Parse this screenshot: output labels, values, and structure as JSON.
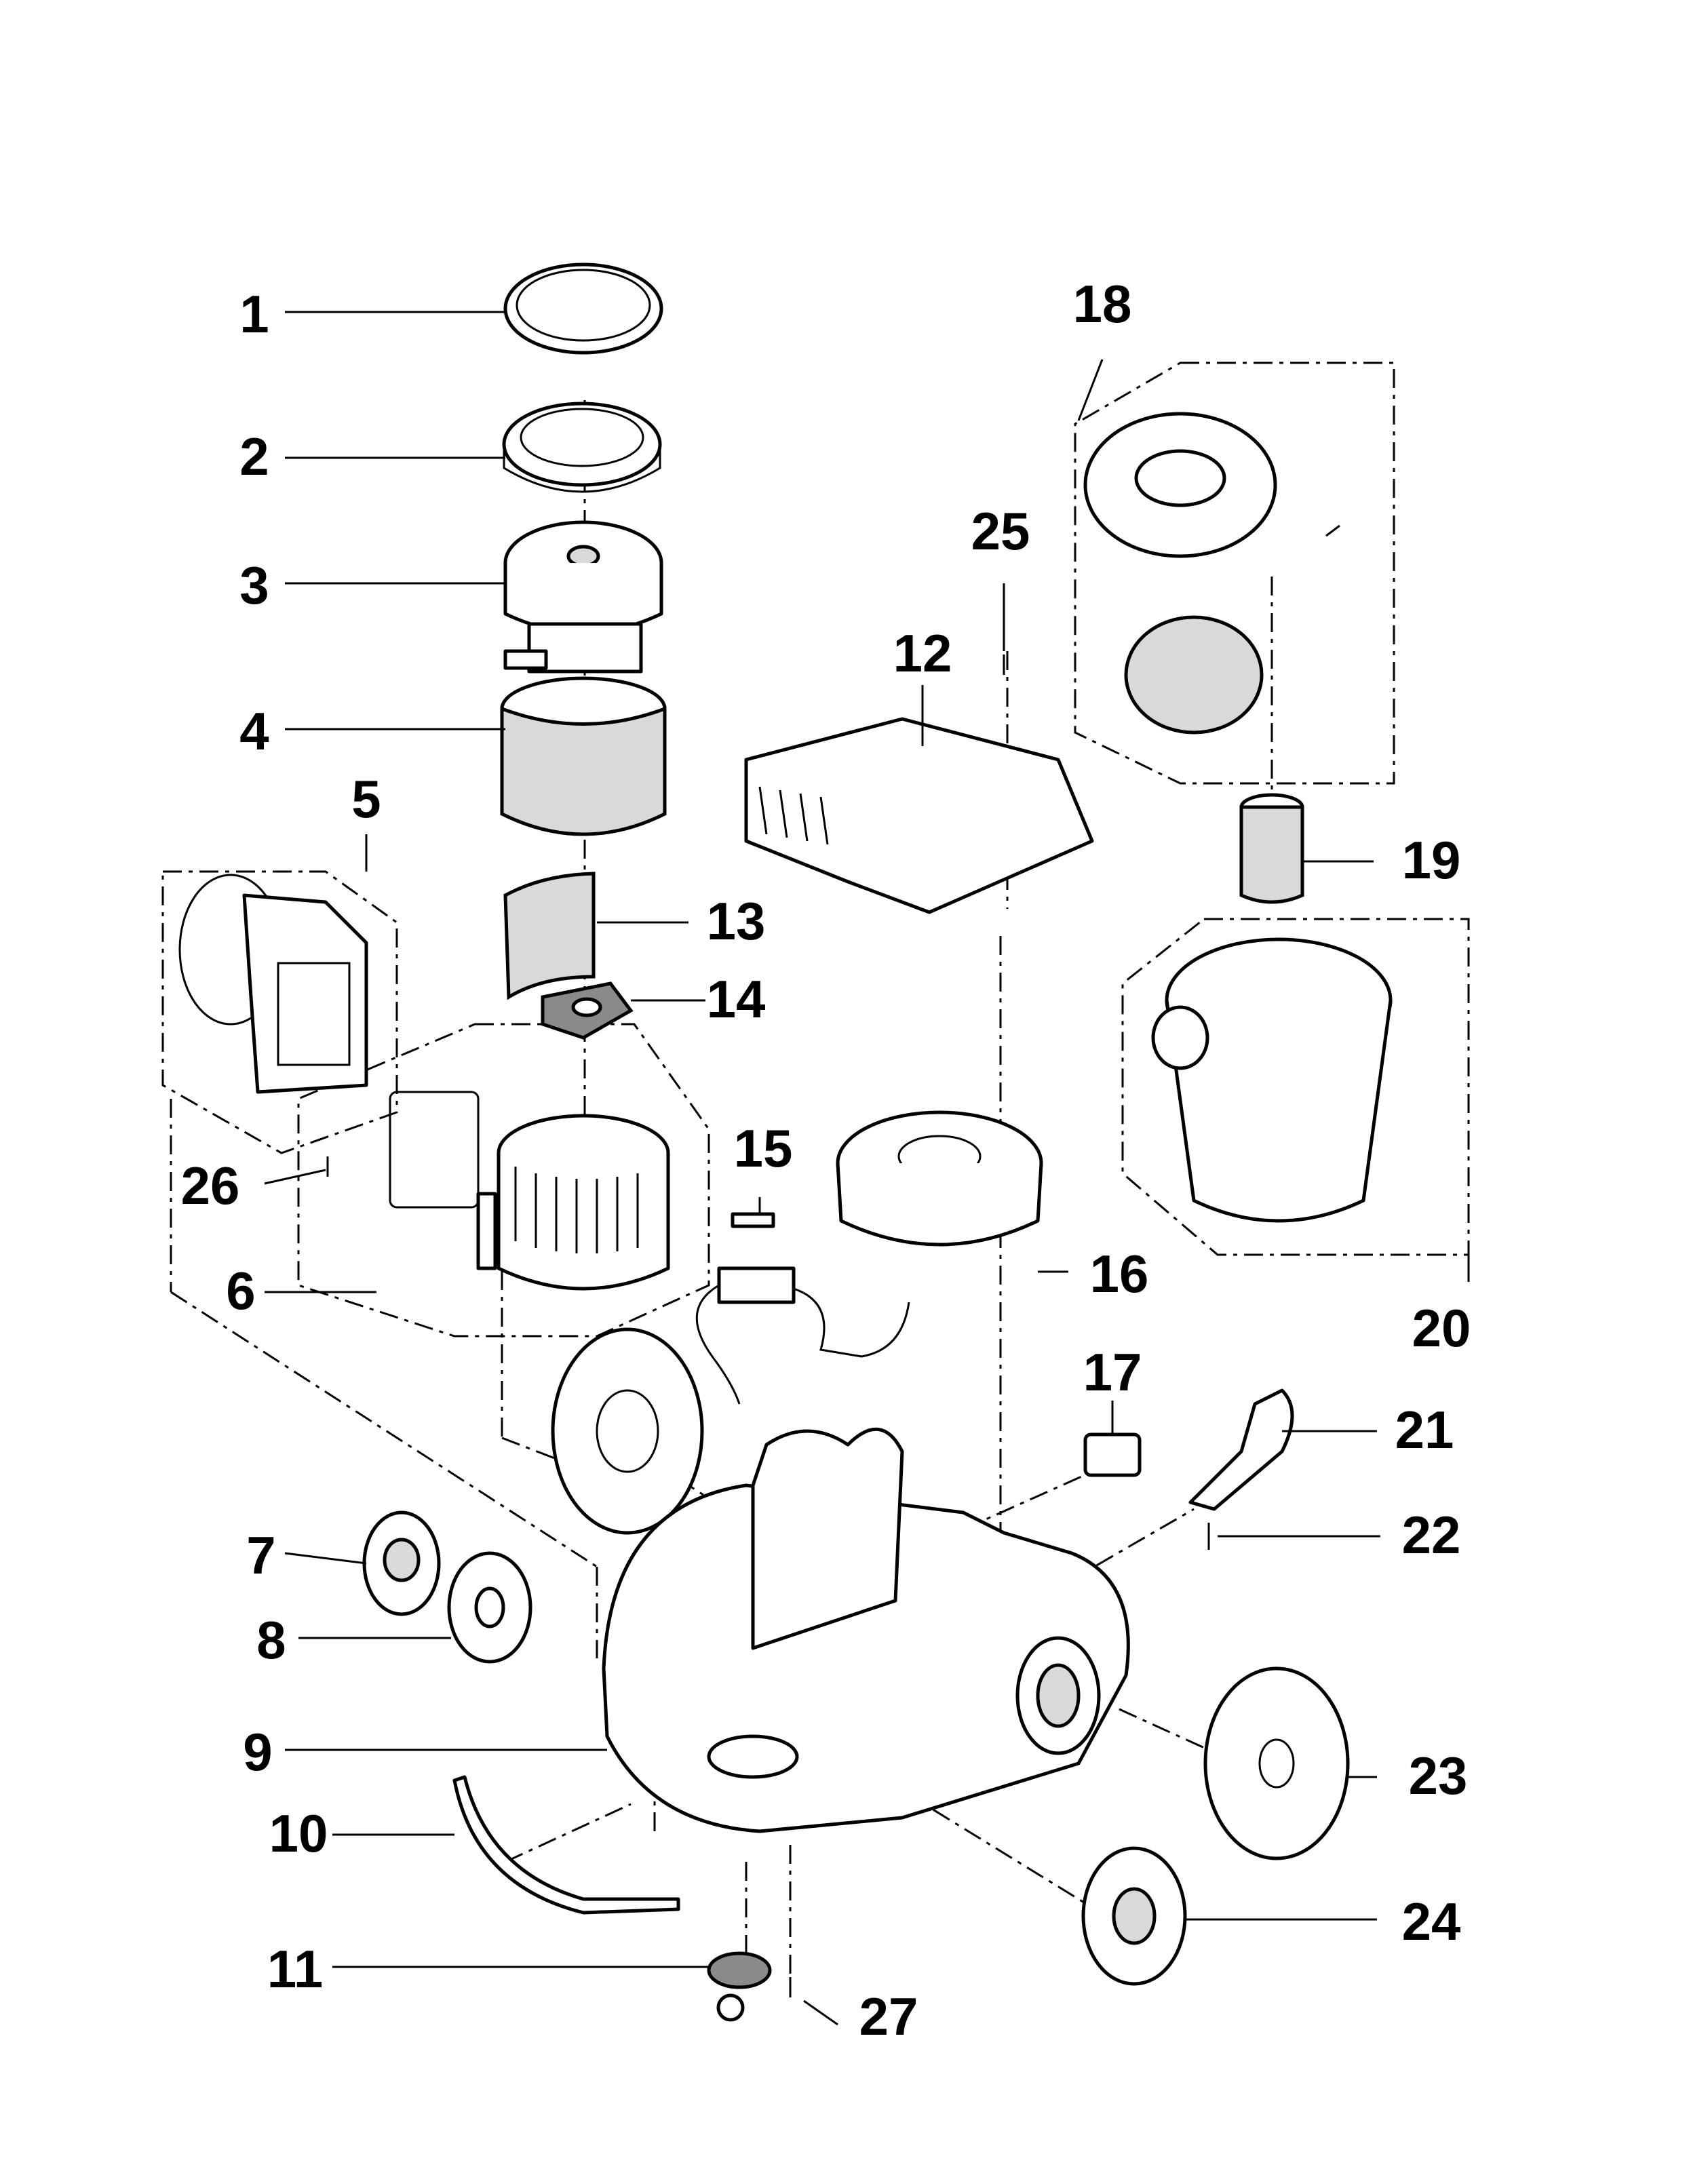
{
  "callouts": [
    {
      "num": "1"
    },
    {
      "num": "2"
    },
    {
      "num": "3"
    },
    {
      "num": "4"
    },
    {
      "num": "5"
    },
    {
      "num": "6"
    },
    {
      "num": "7"
    },
    {
      "num": "8"
    },
    {
      "num": "9"
    },
    {
      "num": "10"
    },
    {
      "num": "11"
    },
    {
      "num": "12"
    },
    {
      "num": "13"
    },
    {
      "num": "14"
    },
    {
      "num": "15"
    },
    {
      "num": "16"
    },
    {
      "num": "17"
    },
    {
      "num": "18"
    },
    {
      "num": "19"
    },
    {
      "num": "20"
    },
    {
      "num": "21"
    },
    {
      "num": "22"
    },
    {
      "num": "23"
    },
    {
      "num": "24"
    },
    {
      "num": "25"
    },
    {
      "num": "26"
    },
    {
      "num": "27"
    }
  ],
  "colors": {
    "ink": "#000000",
    "paper": "#ffffff",
    "shade": "#d9d9d9"
  }
}
